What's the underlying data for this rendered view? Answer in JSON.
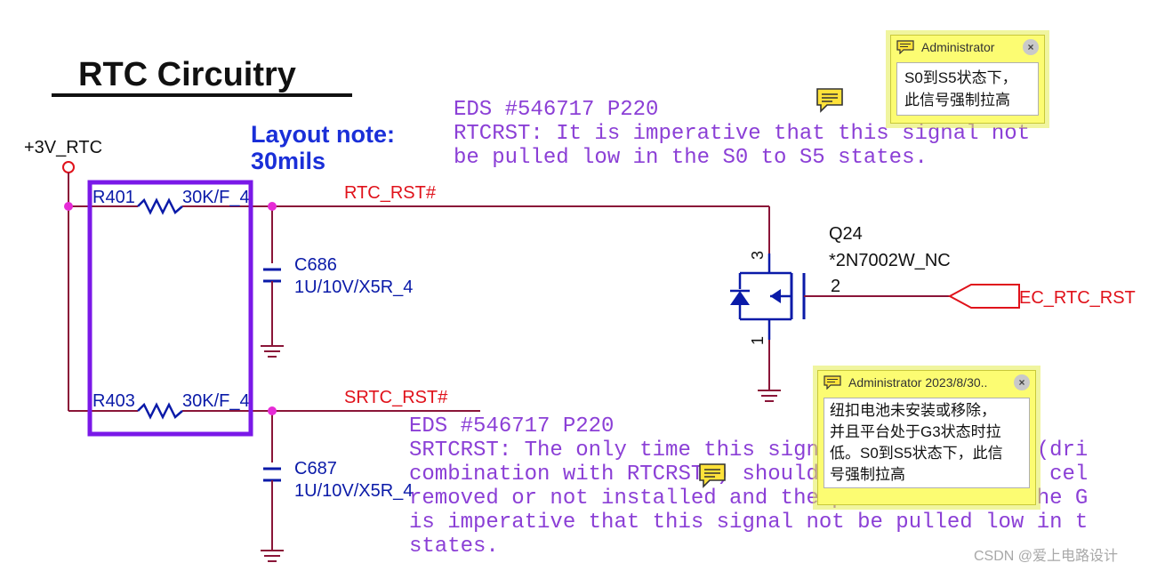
{
  "colors": {
    "wire": "#8a1538",
    "component": "#0a1aa8",
    "net_label": "#e0121b",
    "junction": "#e62bd6",
    "note_text": "#8b3fd6",
    "layout_box": "#7a18e8",
    "heading": "#111111"
  },
  "schematic": {
    "title": "RTC Circuitry",
    "power_label": "+3V_RTC",
    "layout_note": [
      "Layout note:",
      "30mils"
    ],
    "r401": {
      "ref": "R401",
      "value": "30K/F_4"
    },
    "r403": {
      "ref": "R403",
      "value": "30K/F_4"
    },
    "c686": {
      "ref": "C686",
      "value": "1U/10V/X5R_4"
    },
    "c687": {
      "ref": "C687",
      "value": "1U/10V/X5R_4"
    },
    "net_rtc": "RTC_RST#",
    "net_srtc": "SRTC_RST#",
    "q24": {
      "ref": "Q24",
      "value": "*2N7002W_NC",
      "pin_drain": "3",
      "pin_gate": "2",
      "pin_source": "1"
    },
    "net_ec": "EC_RTC_RST",
    "eds_note_1": [
      "EDS #546717 P220",
      "RTCRST: It is imperative that this signal not",
      "be pulled low in the S0 to S5 states."
    ],
    "eds_note_2": [
      "EDS #546717 P220",
      "SRTCRST: The only time this signal gets asserted (dri",
      "combination with RTCRST#) should be when the coin cel",
      "removed or not installed and the platform is in the G",
      "is imperative that this signal not be pulled low in t",
      "states."
    ]
  },
  "comments": [
    {
      "author": "Administrator",
      "close": "×",
      "lines": [
        "S0到S5状态下，",
        "此信号强制拉高"
      ]
    },
    {
      "author": "Administrator 2023/8/30..",
      "close": "×",
      "lines": [
        "纽扣电池未安装或移除，",
        "并且平台处于G3状态时拉",
        "低。S0到S5状态下，此信",
        "号强制拉高"
      ]
    }
  ],
  "icons": [
    "comment-icon",
    "comment-icon",
    "comment-icon",
    "comment-icon"
  ],
  "watermark": "CSDN @爱上电路设计"
}
